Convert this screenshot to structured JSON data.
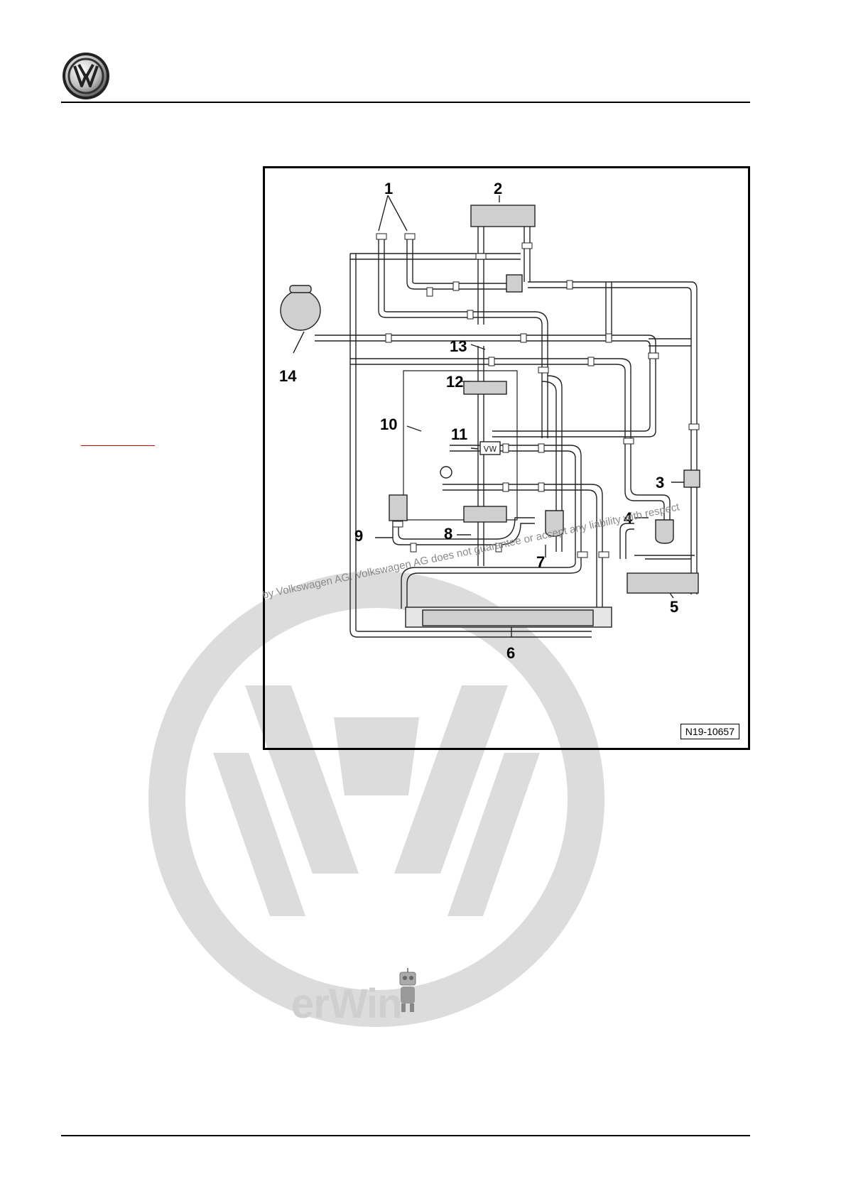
{
  "header": {
    "brand_logo": "vw-logo"
  },
  "figure": {
    "figure_id": "N19-10657",
    "callouts": {
      "c1": "1",
      "c2": "2",
      "c3": "3",
      "c4": "4",
      "c5": "5",
      "c6": "6",
      "c7": "7",
      "c8": "8",
      "c9": "9",
      "c10": "10",
      "c11": "11",
      "c12": "12",
      "c13": "13",
      "c14": "14"
    },
    "icon_labels": {
      "vw_valve_mark": "VW"
    }
  },
  "watermark": {
    "text": "by Volkswagen AG. Volkswagen AG does not guarantee or accept any liability with respect",
    "brand": "erWin"
  },
  "colors": {
    "link_red": "#d40000",
    "watermark_gray": "#dcdcdc"
  }
}
